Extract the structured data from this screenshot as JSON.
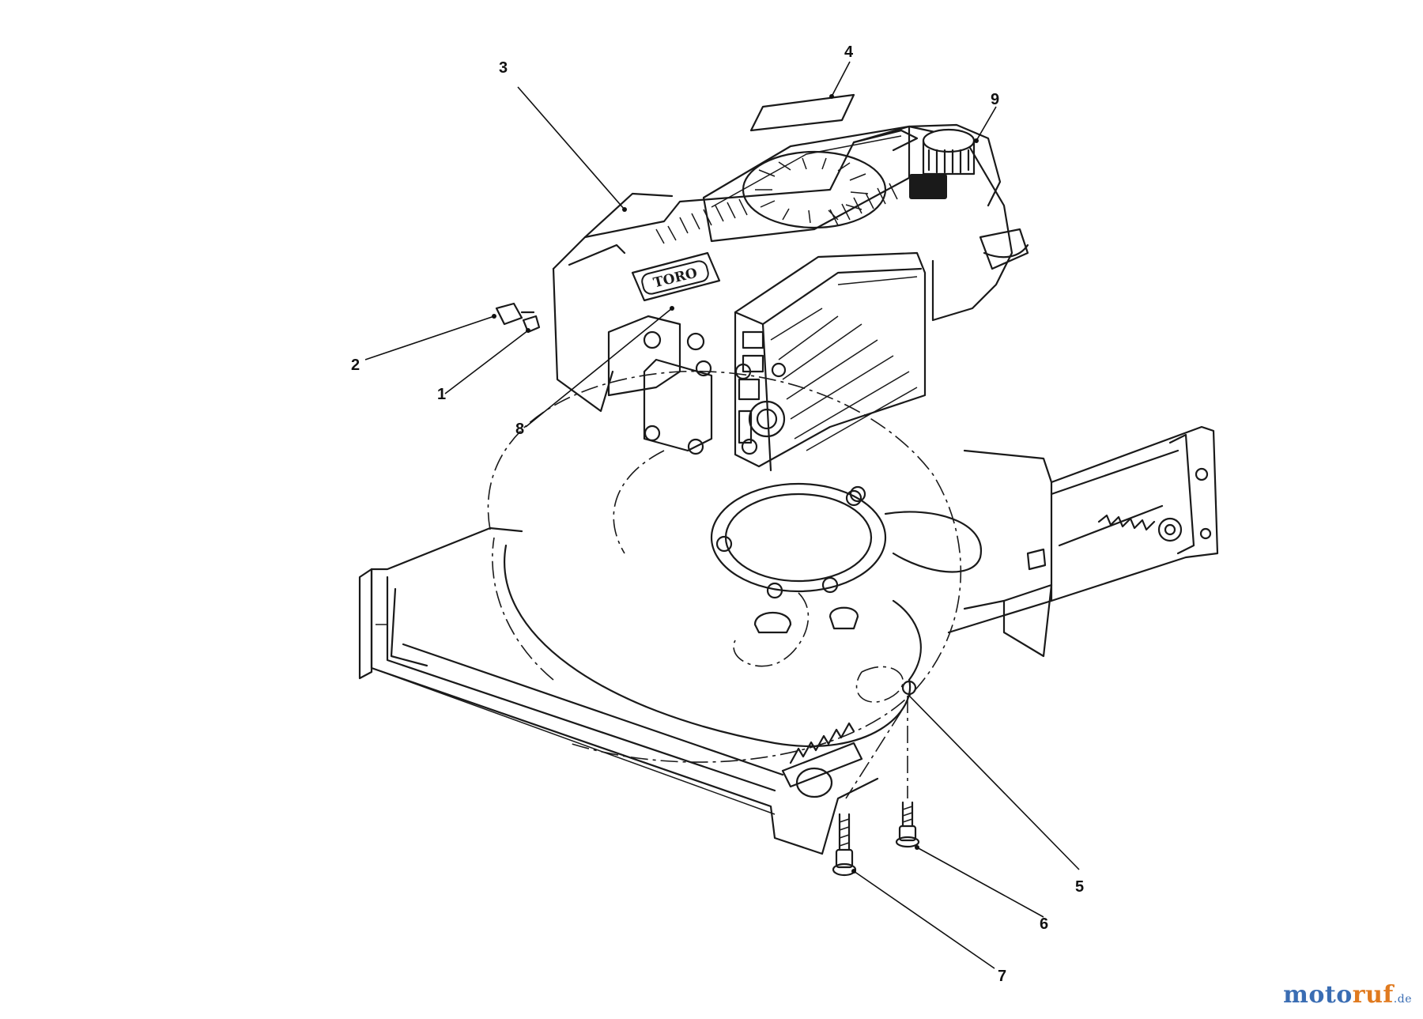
{
  "callouts": [
    {
      "id": "c1",
      "label": "1"
    },
    {
      "id": "c2",
      "label": "2"
    },
    {
      "id": "c3",
      "label": "3"
    },
    {
      "id": "c4",
      "label": "4"
    },
    {
      "id": "c5",
      "label": "5"
    },
    {
      "id": "c6",
      "label": "6"
    },
    {
      "id": "c7",
      "label": "7"
    },
    {
      "id": "c8",
      "label": "8"
    },
    {
      "id": "c9",
      "label": "9"
    }
  ],
  "engine_badge": "TORO",
  "watermark": {
    "main_a": "moto",
    "main_b": "ruf",
    "tld": ".de"
  },
  "colors": {
    "line": "#1a1a1a",
    "watermark_blue": "#3a6db3",
    "watermark_orange": "#e07a1f"
  }
}
